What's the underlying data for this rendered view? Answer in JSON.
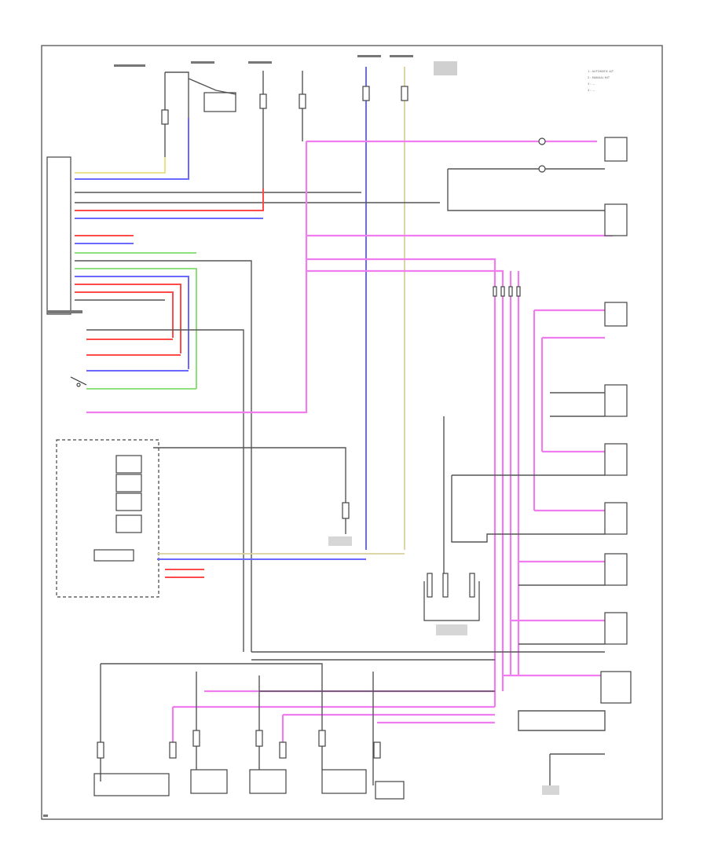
{
  "diagram": {
    "legend": [
      "1 : AUTOMATIC A/T",
      "2 : MANUAL M/T",
      "3 : ...",
      "4 : ..."
    ]
  },
  "colors": {
    "wire_pink": "#f07cf0",
    "wire_blue": "#6a6aff",
    "wire_red": "#ff4a4a",
    "wire_green": "#7fdc6a",
    "wire_yellow": "#e6e07a",
    "wire_tan": "#d8d09a",
    "wire_gray": "#555555",
    "border": "#444444"
  }
}
